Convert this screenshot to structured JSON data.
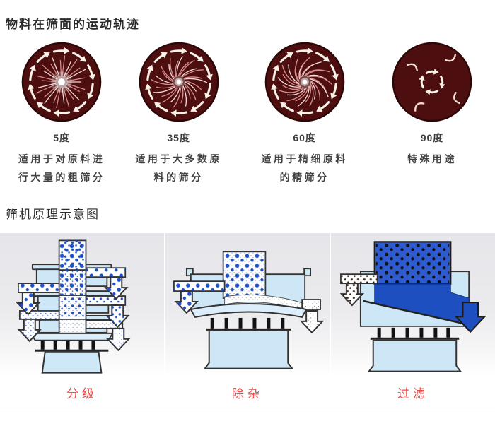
{
  "trajectory": {
    "title": "物料在筛面的运动轨迹",
    "items": [
      {
        "degree": "5度",
        "desc": "适用于对原料进行大量的粗筛分",
        "pattern": "straight-radial"
      },
      {
        "degree": "35度",
        "desc": "适用于大多数原料的筛分",
        "pattern": "curved-radial"
      },
      {
        "degree": "60度",
        "desc": "适用于精细原料的精筛分",
        "pattern": "spiral-radial"
      },
      {
        "degree": "90度",
        "desc": "特殊用途",
        "pattern": "center-circulation"
      }
    ],
    "colors": {
      "disc": "#4c0e0e",
      "disc_edge": "#2d0707",
      "rays": "#d98e8e",
      "arrows": "#f7f2e8"
    }
  },
  "principle": {
    "title": "筛机原理示意图",
    "diagrams": [
      {
        "label": "分级",
        "type": "multi-deck-classifying"
      },
      {
        "label": "除杂",
        "type": "impurity-removal"
      },
      {
        "label": "过滤",
        "type": "filtration"
      }
    ],
    "label_color": "#f14a45",
    "colors": {
      "machine_body": "#cde7f7",
      "outline": "#333333",
      "particles": "#1d50c8",
      "liquid": "#1e4fc0"
    }
  }
}
